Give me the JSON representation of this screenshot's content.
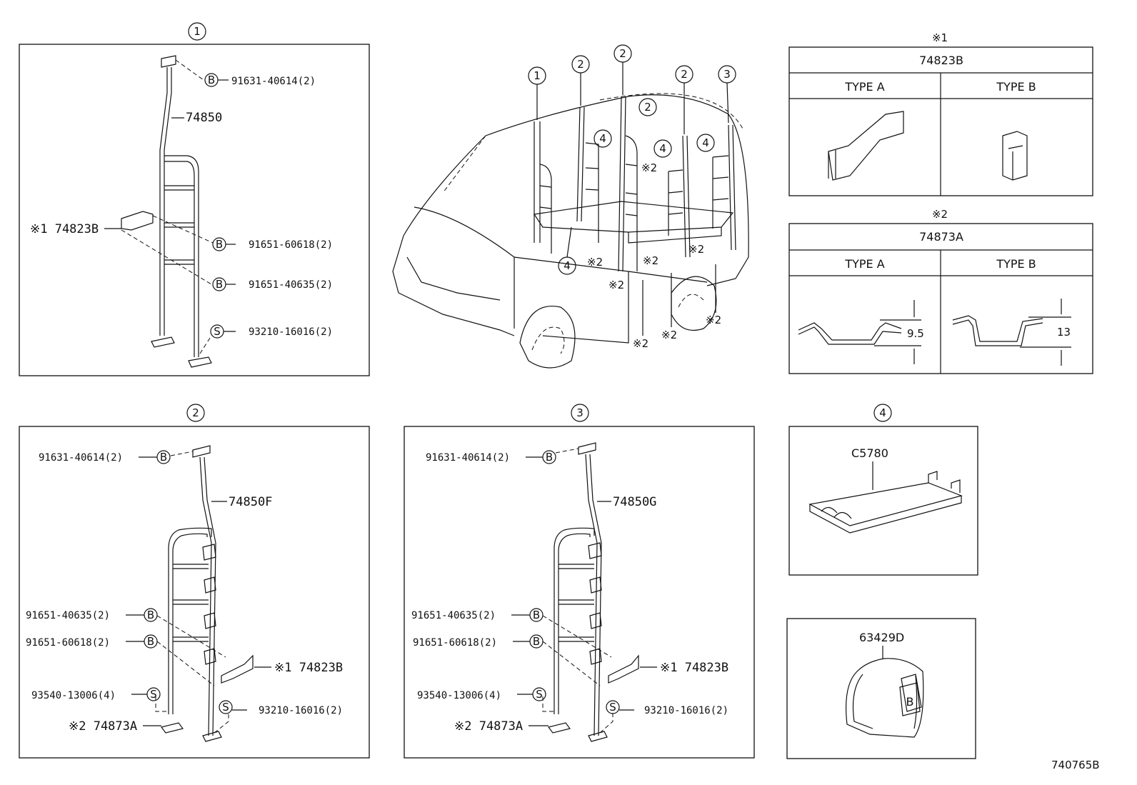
{
  "groups": [
    "1",
    "2",
    "3",
    "4"
  ],
  "panel1": {
    "bolt_top": "91631-40614(2)",
    "pillar": "74850",
    "bracket": "※1 74823B",
    "bolt_mid1": "91651-60618(2)",
    "bolt_mid2": "91651-40635(2)",
    "screw_bottom": "93210-16016(2)",
    "b_mark": "B",
    "s_mark": "S"
  },
  "panel2": {
    "bolt_top": "91631-40614(2)",
    "pillar": "74850F",
    "bolt_mid1": "91651-40635(2)",
    "bolt_mid2": "91651-60618(2)",
    "bracket": "※1 74823B",
    "screw_foot": "93540-13006(4)",
    "plate": "※2 74873A",
    "screw_bottom": "93210-16016(2)"
  },
  "panel3": {
    "bolt_top": "91631-40614(2)",
    "pillar": "74850G",
    "bolt_mid1": "91651-40635(2)",
    "bolt_mid2": "91651-60618(2)",
    "bracket": "※1 74823B",
    "screw_foot": "93540-13006(4)",
    "plate": "※2 74873A",
    "screw_bottom": "93210-16016(2)"
  },
  "note1": {
    "mark": "※1",
    "part": "74823B",
    "type_a": "TYPE A",
    "type_b": "TYPE B"
  },
  "note2": {
    "mark": "※2",
    "part": "74873A",
    "type_a": "TYPE A",
    "type_b": "TYPE B",
    "dim_a": "9.5",
    "dim_b": "13"
  },
  "panel4": {
    "part": "C5780"
  },
  "panel5": {
    "part": "63429D",
    "b_mark": "B"
  },
  "van": {
    "callouts": [
      "1",
      "2",
      "2",
      "2",
      "2",
      "3",
      "4",
      "4",
      "4",
      "4"
    ],
    "mark2": "※2"
  },
  "footer": {
    "drawing_id": "740765B"
  }
}
